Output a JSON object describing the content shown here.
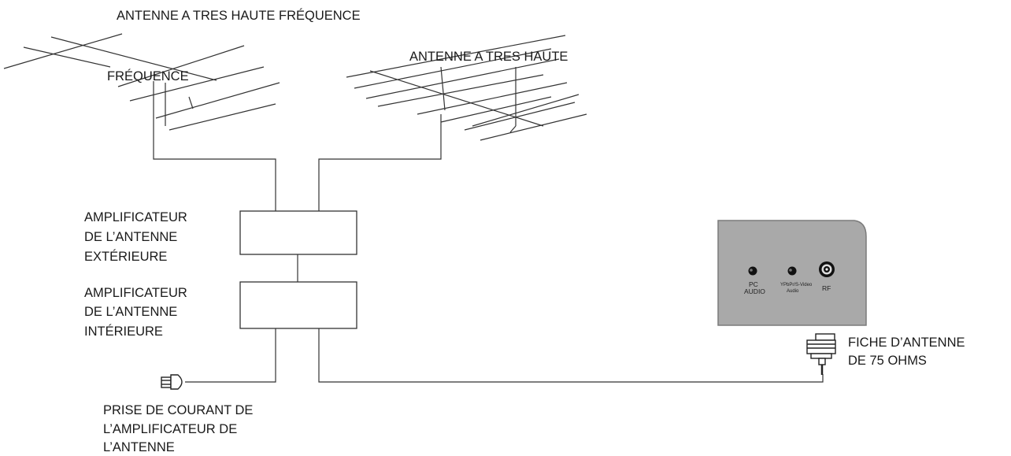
{
  "labels": {
    "vhf_antenna": "ANTENNE A TRES HAUTE FRÉQUENCE",
    "uhf_antenna_line1": "ANTENNE A TRES HAUTE",
    "uhf_antenna_line2": "FRÉQUENCE",
    "outdoor_amp_line1": "AMPLIFICATEUR",
    "outdoor_amp_line2": "DE L’ANTENNE",
    "outdoor_amp_line3": "EXTÉRIEURE",
    "indoor_amp_line1": "AMPLIFICATEUR",
    "indoor_amp_line2": "DE L’ANTENNE",
    "indoor_amp_line3": "INTÉRIEURE",
    "power_plug_line1": "PRISE DE COURANT DE",
    "power_plug_line2": "L’AMPLIFICATEUR DE",
    "power_plug_line3": "L’ANTENNE",
    "antenna_plug_line1": "FICHE D’ANTENNE",
    "antenna_plug_line2": "DE 75 OHMS"
  },
  "tv_panel": {
    "pc_audio_line1": "PC",
    "pc_audio_line2": "AUDIO",
    "ypbpr_line1": "YPbPr/S-Video",
    "ypbpr_line2": "Audio",
    "rf": "RF"
  },
  "colors": {
    "line": "#333333",
    "panel_fill": "#a9a9a9",
    "panel_stroke": "#7a7a7a"
  },
  "icons": [
    "vhf-antenna-icon",
    "uhf-antenna-icon",
    "power-plug-icon",
    "coax-plug-icon",
    "tv-panel-icon"
  ]
}
